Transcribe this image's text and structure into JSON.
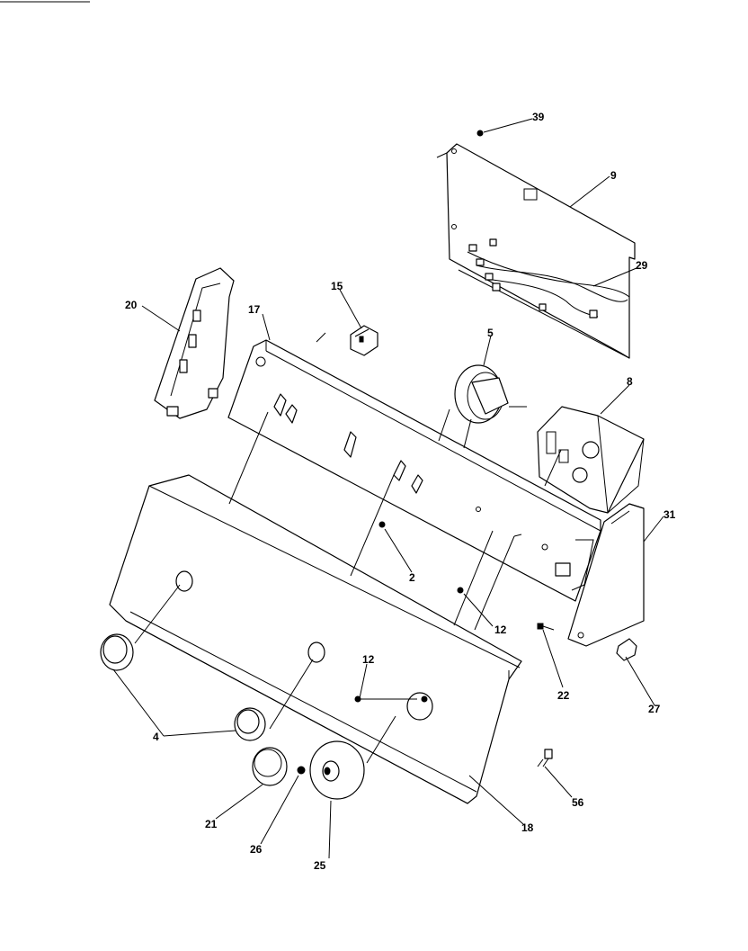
{
  "callouts": {
    "c39": "39",
    "c9": "9",
    "c29": "29",
    "c20": "20",
    "c15": "15",
    "c17": "17",
    "c5": "5",
    "c8": "8",
    "c31": "31",
    "c2": "2",
    "c12a": "12",
    "c12b": "12",
    "c22": "22",
    "c27": "27",
    "c4": "4",
    "c21": "21",
    "c26": "26",
    "c25": "25",
    "c18": "18",
    "c56": "56"
  }
}
